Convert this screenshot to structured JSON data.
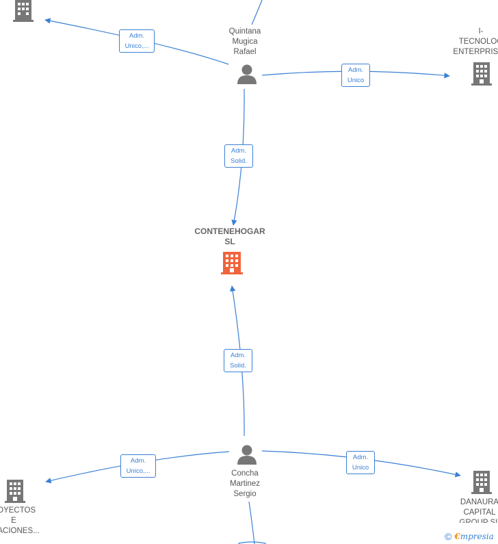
{
  "nodes": {
    "top_left_company": {
      "label": ""
    },
    "quintana": {
      "label": "Quintana\nMugica\nRafael"
    },
    "i_tecnolog": {
      "label": "I-\nTECNOLOG\nENTERPRISES"
    },
    "contenehogar": {
      "label": "CONTENEHOGAR\nSL"
    },
    "concha": {
      "label": "Concha\nMartinez\nSergio"
    },
    "proyectos": {
      "label": "ROYECTOS\nE\nALACIONES..."
    },
    "danaura": {
      "label": "DANAURA\nCAPITAL\nGROUP SL"
    }
  },
  "edges": {
    "quintana_to_top_left": {
      "label": "Adm.\nUnico,..."
    },
    "quintana_to_i_tecnolog": {
      "label": "Adm.\nUnico"
    },
    "quintana_to_contenehogar": {
      "label": "Adm.\nSolid."
    },
    "concha_to_contenehogar": {
      "label": "Adm.\nSolid."
    },
    "concha_to_proyectos": {
      "label": "Adm.\nUnico,..."
    },
    "concha_to_danaura": {
      "label": "Adm.\nUnico"
    }
  },
  "colors": {
    "edge": "#3a7fd5",
    "company_icon": "#777777",
    "main_company_icon": "#f0643c",
    "person_icon": "#777777"
  },
  "footer": {
    "copyright": "©",
    "brand_initial": "€",
    "brand_rest": "mpresia"
  }
}
